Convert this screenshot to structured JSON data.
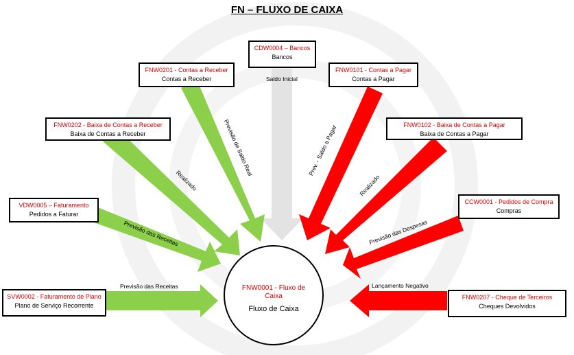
{
  "title": "FN – FLUXO DE CAIXA",
  "colors": {
    "green": "#8ccf4a",
    "red": "#ff0000",
    "gray": "#e3e3e3"
  },
  "center": {
    "code": "FNW0001 - Fluxo de Caixa",
    "name": "Fluxo de Caixa"
  },
  "boxes": {
    "cdw0004": {
      "code": "CDW0004 – Bancos",
      "name": "Bancos"
    },
    "fnw0201": {
      "code": "FNW0201 - Contas a Receber",
      "name": "Contas a Receber"
    },
    "fnw0202": {
      "code": "FNW0202 - Baixa de Contas a Receber",
      "name": "Baixa de Contas a Receber"
    },
    "vdw0005": {
      "code": "VDW0005 – Faturamento",
      "name": "Pedidos a Faturar"
    },
    "svw0002": {
      "code": "SVW0002 - Faturamento de Plano",
      "name": "Plano de Serviço Recorrente"
    },
    "fnw0101": {
      "code": "FNW0101 - Contas a Pagar",
      "name": "Contas a Pagar"
    },
    "fnw0102": {
      "code": "FNW0102 - Baixa de Contas a Pagar",
      "name": "Baixa de Contas a Pagar"
    },
    "ccw0001": {
      "code": "CCW0001 - Pedidos de Compra",
      "name": "Compras"
    },
    "fnw0207": {
      "code": "FNW0207 - Cheque de Terceiros",
      "name": "Cheques Devolvidos"
    }
  },
  "labels": {
    "saldo_inicial": "Saldo Inicial",
    "previsao_saldo_real": "Previsão de Saldo Real",
    "realizado_receber": "Realizado",
    "previsao_receitas_1": "Previsão das Receitas",
    "previsao_receitas_2": "Previsão das Receitas",
    "prev_saldo_pagar": "Prev. - Saldo a Pagar",
    "realizado_pagar": "Realizado",
    "previsao_despesas": "Previsão das Despesas",
    "lancamento_negativo": "Lançamento Negativo"
  }
}
